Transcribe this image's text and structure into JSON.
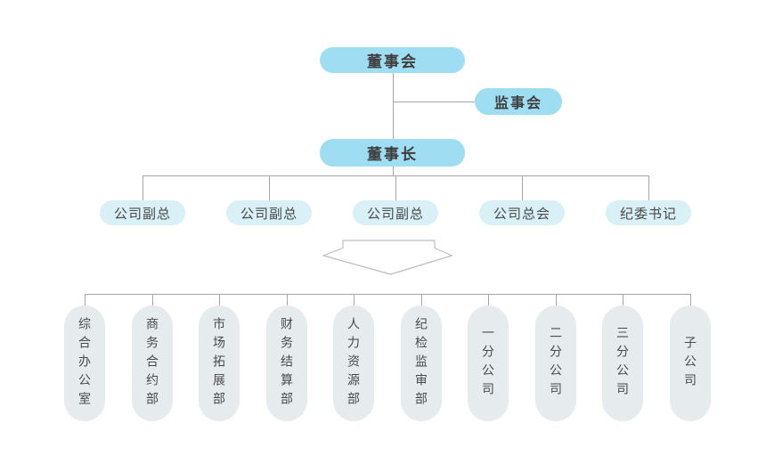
{
  "colors": {
    "node_blue": "#9fddf3",
    "node_pale_blue": "#d8f0f6",
    "capsule_gray": "#e6ebee",
    "connector_line": "#a6a6a6",
    "arrow_outline": "#bdbdbd",
    "text": "#3d3d3d"
  },
  "chart": {
    "board": {
      "label": "董事会"
    },
    "supervisory": {
      "label": "监事会"
    },
    "chairman": {
      "label": "董事长"
    },
    "executives": [
      {
        "label": "公司副总"
      },
      {
        "label": "公司副总"
      },
      {
        "label": "公司副总"
      },
      {
        "label": "公司总会"
      },
      {
        "label": "纪委书记"
      }
    ],
    "departments": [
      {
        "label": "综合办公室"
      },
      {
        "label": "商务合约部"
      },
      {
        "label": "市场拓展部"
      },
      {
        "label": "财务结算部"
      },
      {
        "label": "人力资源部"
      },
      {
        "label": "纪检监审部"
      },
      {
        "label": "一分公司"
      },
      {
        "label": "二分公司"
      },
      {
        "label": "三分公司"
      },
      {
        "label": "子公司"
      }
    ]
  }
}
